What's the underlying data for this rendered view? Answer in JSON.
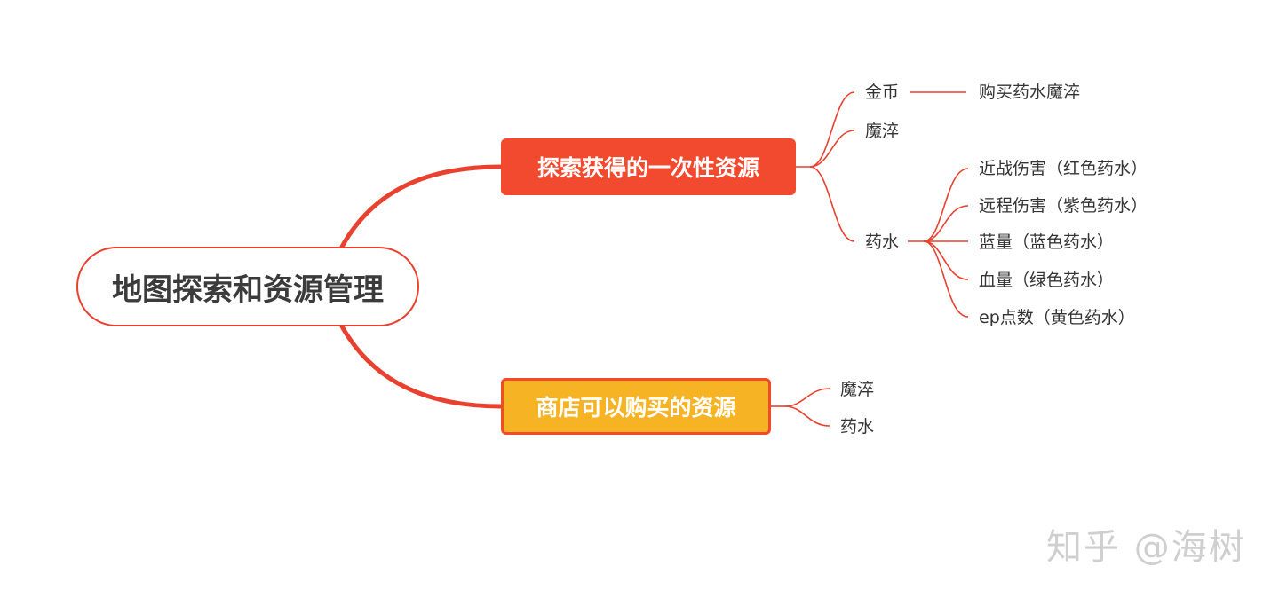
{
  "root": {
    "label": "地图探索和资源管理"
  },
  "branch_one": {
    "label": "探索获得的一次性资源",
    "children": {
      "gold": "金币",
      "gold_use": "购买药水魔淬",
      "quench": "魔淬",
      "potion": "药水",
      "potions": [
        "近战伤害（红色药水）",
        "远程伤害（紫色药水）",
        "蓝量（蓝色药水）",
        "血量（绿色药水）",
        "ep点数（黄色药水）"
      ]
    }
  },
  "branch_two": {
    "label": "商店可以购买的资源",
    "children": [
      "魔淬",
      "药水"
    ]
  },
  "watermark": "知乎 @海树",
  "colors": {
    "line": "#e8412f",
    "branch_one_fill": "#f14a2f",
    "branch_two_fill": "#f6b323",
    "text": "#333333"
  }
}
